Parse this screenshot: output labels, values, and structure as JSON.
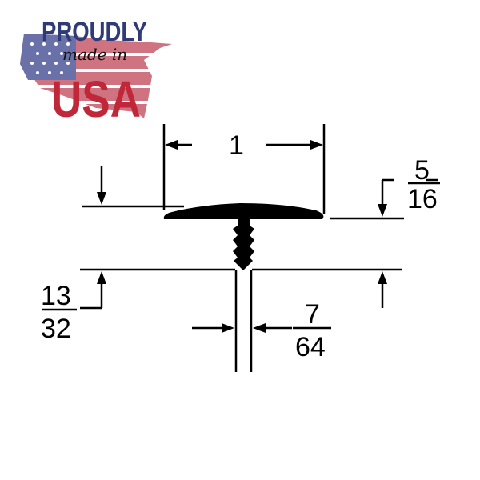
{
  "logo": {
    "line1": "PROUDLY",
    "line2": "made in",
    "line3": "USA",
    "colors": {
      "blue": "#2f3a78",
      "red": "#c0283a"
    }
  },
  "dimensions": {
    "width": "1",
    "cap_thickness": {
      "numerator": "5",
      "denominator": "16"
    },
    "stem_depth": {
      "numerator": "13",
      "denominator": "32"
    },
    "stem_width": {
      "numerator": "7",
      "denominator": "64"
    }
  }
}
